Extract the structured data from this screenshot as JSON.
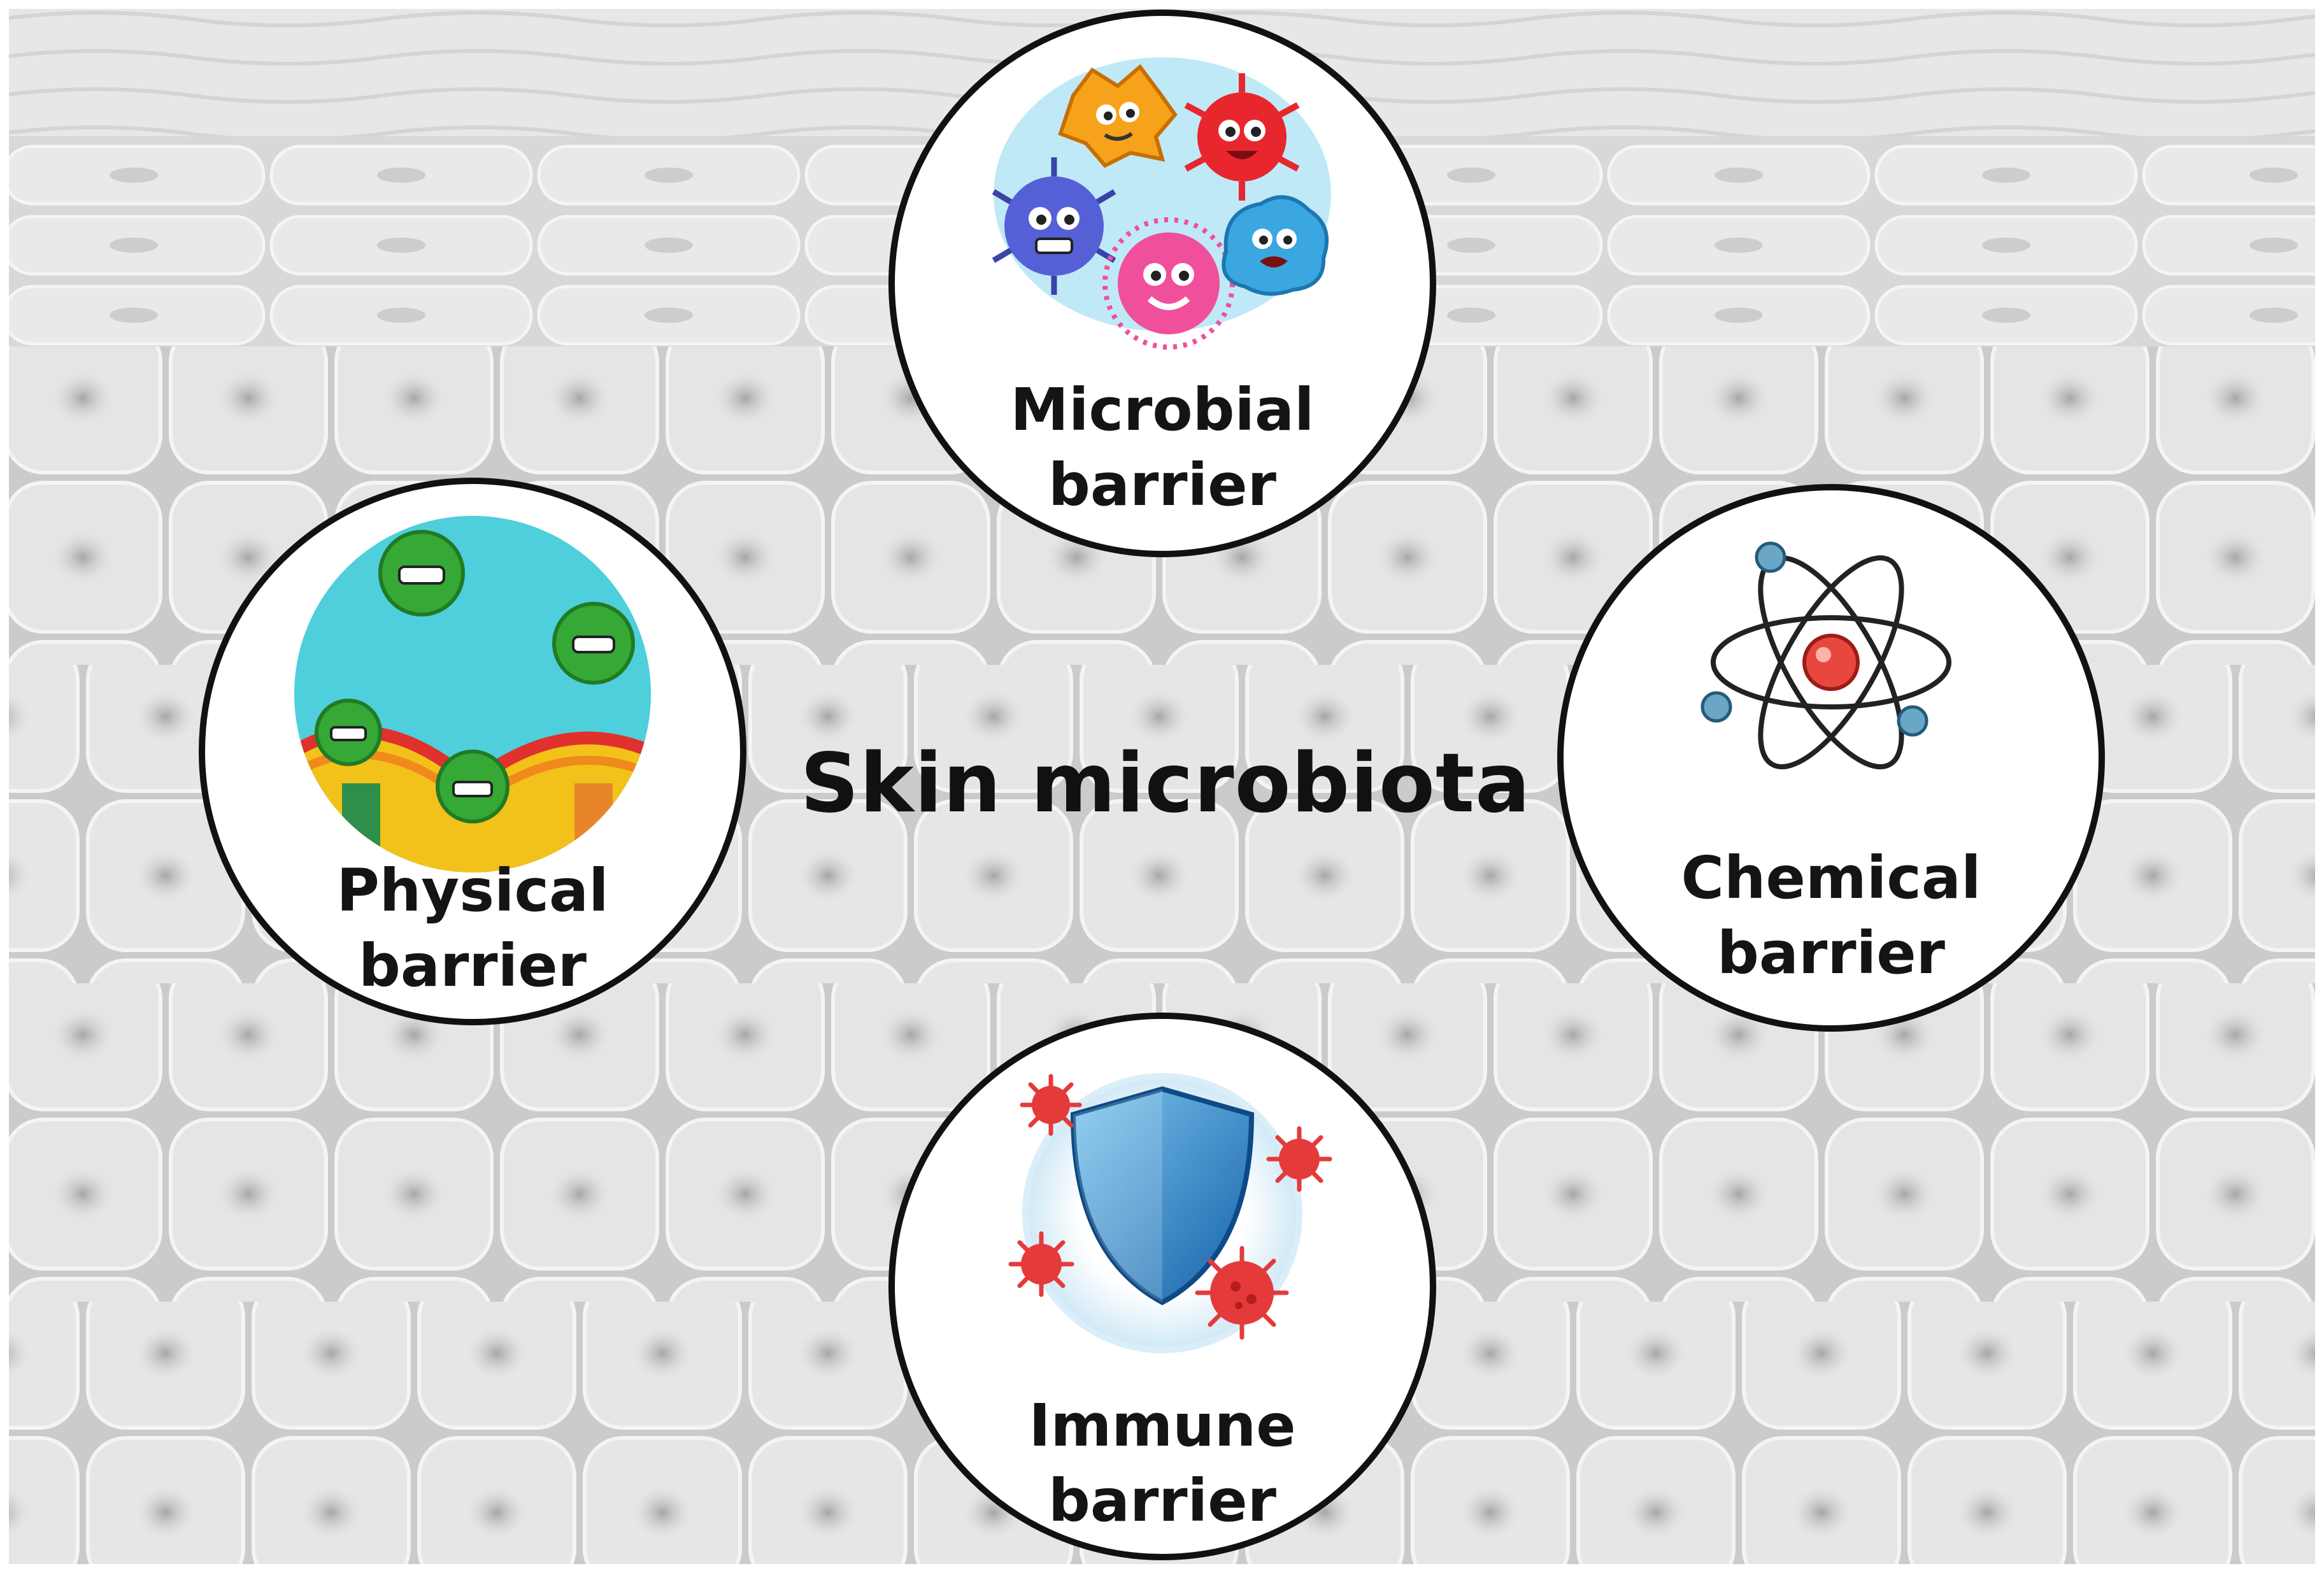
{
  "title": "Skin microbiota",
  "nodes": {
    "microbial": {
      "line1": "Microbial",
      "line2": "barrier",
      "icon": "cartoon-microbes-icon"
    },
    "physical": {
      "line1": "Physical",
      "line2": "barrier",
      "icon": "skin-layer-with-microbes-icon"
    },
    "chemical": {
      "line1": "Chemical",
      "line2": "barrier",
      "icon": "atom-icon"
    },
    "immune": {
      "line1": "Immune",
      "line2": "barrier",
      "icon": "shield-with-viruses-icon"
    }
  },
  "colors": {
    "background_cells": "#c9c9c9",
    "circle_fill": "#ffffff",
    "circle_border": "#111111",
    "text": "#111111"
  }
}
